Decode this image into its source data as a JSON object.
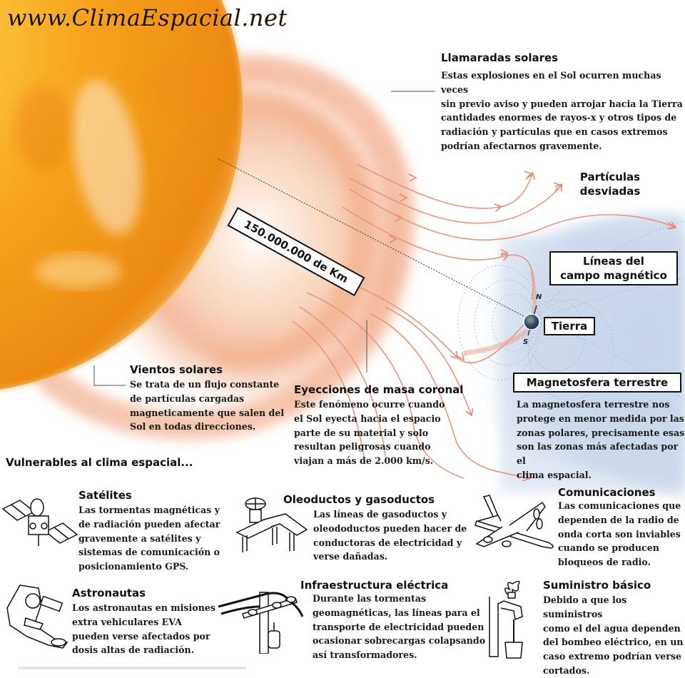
{
  "header": {
    "site_title": "www.ClimaEspacial.net"
  },
  "diagram": {
    "distance_label": "150.000.000 de Km",
    "deflected_particles_label": [
      "Partículas",
      "desviadas"
    ],
    "field_lines_label": [
      "Líneas del",
      "campo magnético"
    ],
    "earth_label": "Tierra",
    "north_pole": "N",
    "south_pole": "S",
    "colors": {
      "sun_core": "#f7a11a",
      "sun_glow": "#f2a47a",
      "particle_lines": "#e8957f",
      "magnetosphere": "#c9d6ea",
      "field_dotted": "#9fb0c8"
    }
  },
  "sections": {
    "flares": {
      "title": "Llamaradas solares",
      "lines": [
        "Estas explosiones en el Sol ocurren muchas veces",
        "sin previo aviso y pueden arrojar hacia la Tierra",
        "cantidades enormes de rayos-x y otros tipos de",
        "radiación y partículas que en casos extremos",
        "podrían afectarnos gravemente."
      ]
    },
    "solar_wind": {
      "title": "Vientos solares",
      "lines": [
        "Se trata de un flujo constante",
        "de partículas cargadas",
        "magneticamente que salen del",
        "Sol en todas direcciones."
      ]
    },
    "cme": {
      "title": "Eyecciones de masa coronal",
      "lines": [
        "Este fenómeno ocurre cuando",
        "el Sol eyecta hacia el espacio",
        "parte de su material y solo",
        "resultan peligrosas cuando",
        "viajan a más de 2.000 km/s."
      ]
    },
    "magnetosphere": {
      "title": "Magnetosfera terrestre",
      "lines": [
        "La magnetosfera terrestre nos",
        "protege en menor medida por las",
        "zonas polares, precisamente esas",
        "son las zonas más afectadas por el",
        "clima espacial."
      ]
    }
  },
  "vulnerable": {
    "heading": "Vulnerables al clima espacial...",
    "items": [
      {
        "icon": "satellite-icon",
        "title": "Satélites",
        "lines": [
          "Las tormentas magnéticas y",
          "de radiación pueden afectar",
          "gravemente a satélites y",
          "sistemas de comunicación o",
          "posicionamiento GPS."
        ]
      },
      {
        "icon": "pipeline-valve-icon",
        "title": "Oleoductos y gasoductos",
        "lines": [
          "Las líneas de gasoductos y",
          "oleodoductos pueden hacer de",
          "conductoras de electricidad y",
          "verse dañadas."
        ]
      },
      {
        "icon": "airplane-icon",
        "title": "Comunicaciones",
        "lines": [
          "Las comunicaciones que",
          "dependen de la radio de",
          "onda corta son inviables",
          "cuando se producen",
          "bloqueos de radio."
        ]
      },
      {
        "icon": "astronaut-icon",
        "title": "Astronautas",
        "lines": [
          "Los astronautas en misiones",
          "extra vehiculares EVA",
          "pueden verse afectados por",
          "dosis altas de radiación."
        ]
      },
      {
        "icon": "power-pole-icon",
        "title": "Infraestructura eléctrica",
        "lines": [
          "Durante las tormentas",
          "geomagnéticas, las líneas para el",
          "transporte de electricidad pueden",
          "ocasionar sobrecargas colapsando",
          "así transformadores."
        ]
      },
      {
        "icon": "water-tap-icon",
        "title": "Suministro básico",
        "lines": [
          "Debido a que los suministros",
          "como el del agua dependen",
          "del bombeo eléctrico, en un",
          "caso extremo podrían verse",
          "cortados."
        ]
      }
    ]
  }
}
